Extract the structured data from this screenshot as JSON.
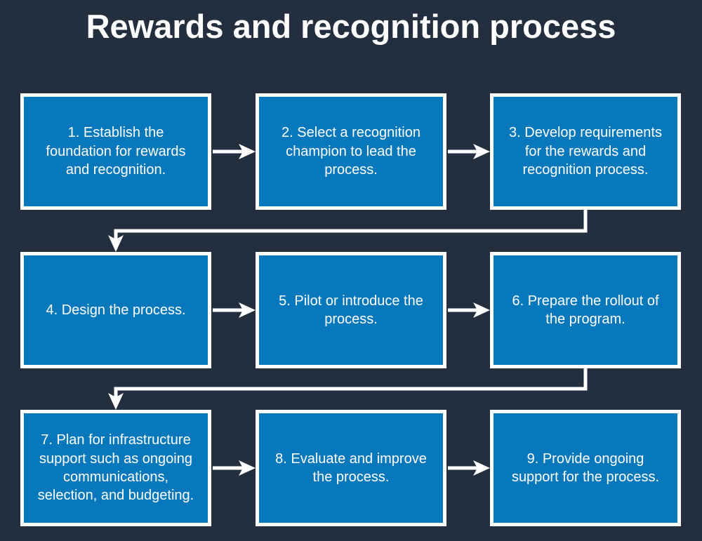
{
  "title": "Rewards and recognition process",
  "colors": {
    "background": "#232F3E",
    "box_fill": "#0878BC",
    "box_border": "#FFFFFF",
    "box_text": "#FFFFFF",
    "arrow": "#FFFFFF",
    "title_text": "#FFFFFF"
  },
  "steps": [
    {
      "number": 1,
      "label": "1. Establish the foundation for rewards and recognition."
    },
    {
      "number": 2,
      "label": "2. Select a recognition champion to lead the process."
    },
    {
      "number": 3,
      "label": "3. Develop requirements for the rewards and recognition process."
    },
    {
      "number": 4,
      "label": "4. Design the process."
    },
    {
      "number": 5,
      "label": "5. Pilot or introduce the process."
    },
    {
      "number": 6,
      "label": "6. Prepare the rollout of the program."
    },
    {
      "number": 7,
      "label": "7. Plan for infrastructure support such as ongoing communications, selection, and budgeting."
    },
    {
      "number": 8,
      "label": "8. Evaluate and improve the process."
    },
    {
      "number": 9,
      "label": "9. Provide ongoing support for the process."
    }
  ],
  "flow": [
    {
      "from": 1,
      "to": 2
    },
    {
      "from": 2,
      "to": 3
    },
    {
      "from": 3,
      "to": 4
    },
    {
      "from": 4,
      "to": 5
    },
    {
      "from": 5,
      "to": 6
    },
    {
      "from": 6,
      "to": 7
    },
    {
      "from": 7,
      "to": 8
    },
    {
      "from": 8,
      "to": 9
    }
  ]
}
